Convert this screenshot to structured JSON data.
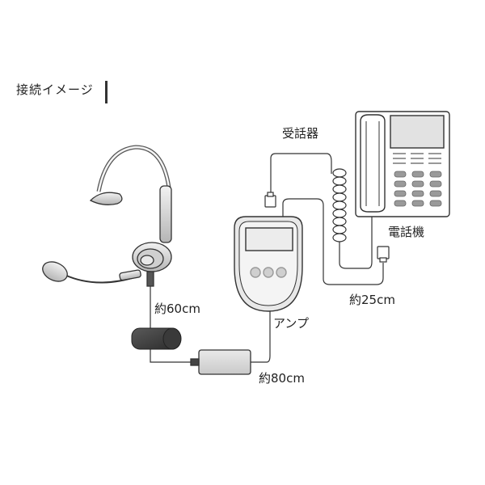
{
  "title": "接続イメージ",
  "labels": {
    "handset": "受話器",
    "phone": "電話機",
    "amp": "アンプ",
    "cable_60": "約60cm",
    "cable_25": "約25cm",
    "cable_80": "約80cm"
  },
  "colors": {
    "line": "#333333",
    "body_fill": "#e6e6e6",
    "body_dark": "#4a4a4a",
    "screen": "#d9d9d9"
  }
}
